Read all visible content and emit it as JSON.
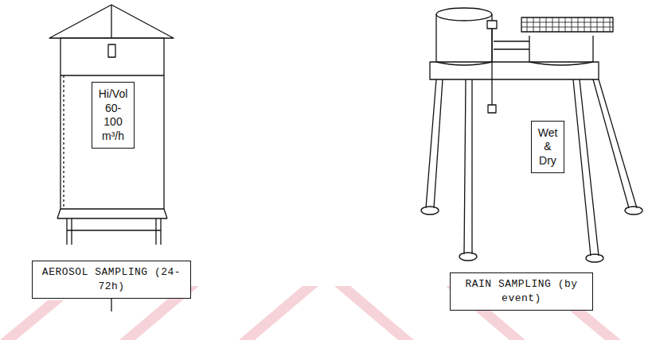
{
  "diagram": {
    "nodes": [
      {
        "text": [
          "Hi/Vol 60-100 m³/h"
        ]
      },
      {
        "text": [
          "AEROSOL SAMPLING (24-72h)"
        ]
      },
      {
        "text": [
          "Wet & Dry"
        ]
      },
      {
        "text": [
          "RAIN SAMPLING (by event)"
        ]
      }
    ]
  }
}
